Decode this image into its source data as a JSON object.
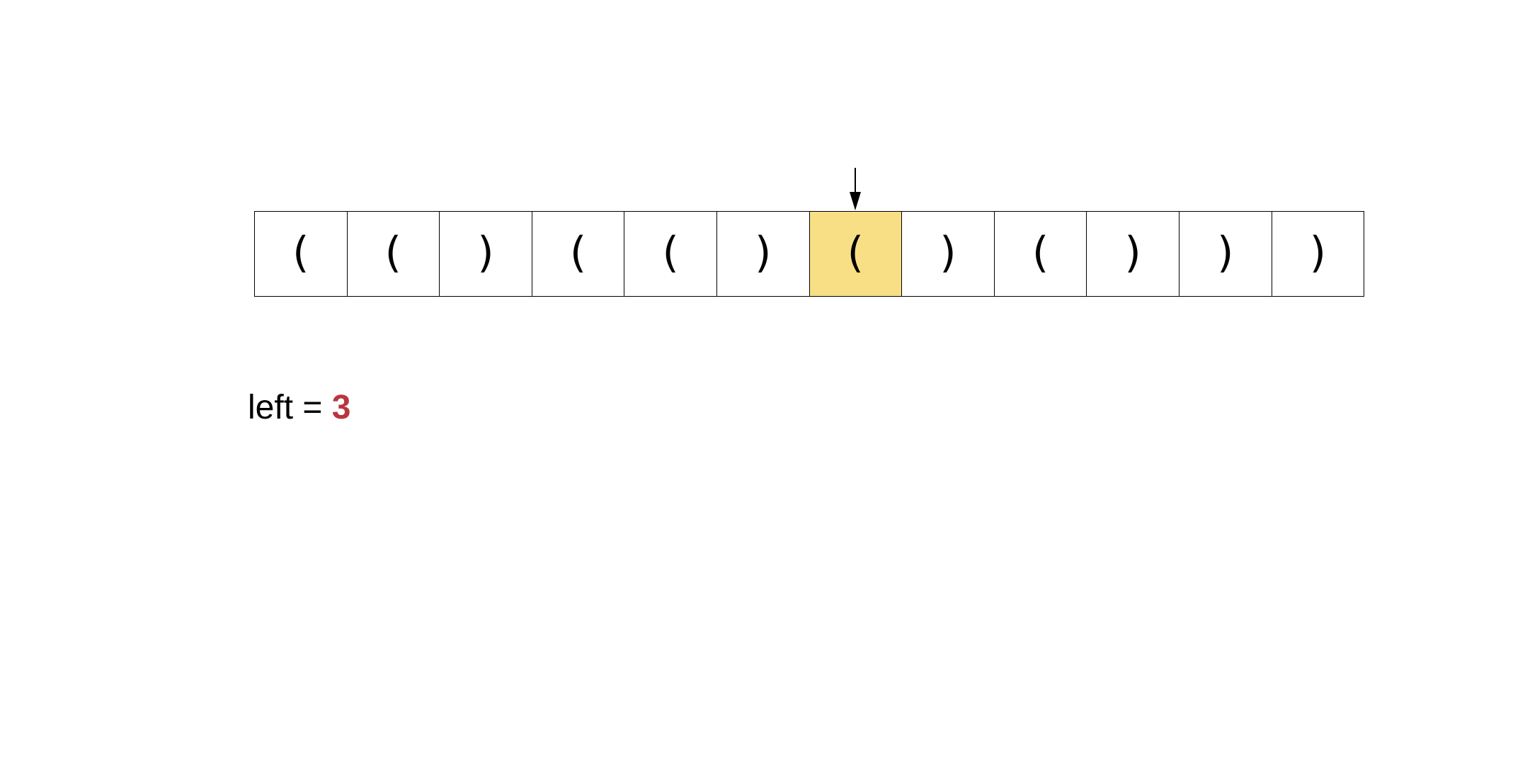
{
  "array": {
    "cells": [
      "(",
      "(",
      ")",
      "(",
      "(",
      ")",
      "(",
      ")",
      "(",
      ")",
      ")",
      ")"
    ],
    "highlight_index": 6,
    "highlight_color": "#f8df85"
  },
  "pointer": {
    "icon": "down-arrow-icon",
    "target_index": 6
  },
  "counter": {
    "label": "left = ",
    "value": "3",
    "value_color": "#b8363e"
  }
}
